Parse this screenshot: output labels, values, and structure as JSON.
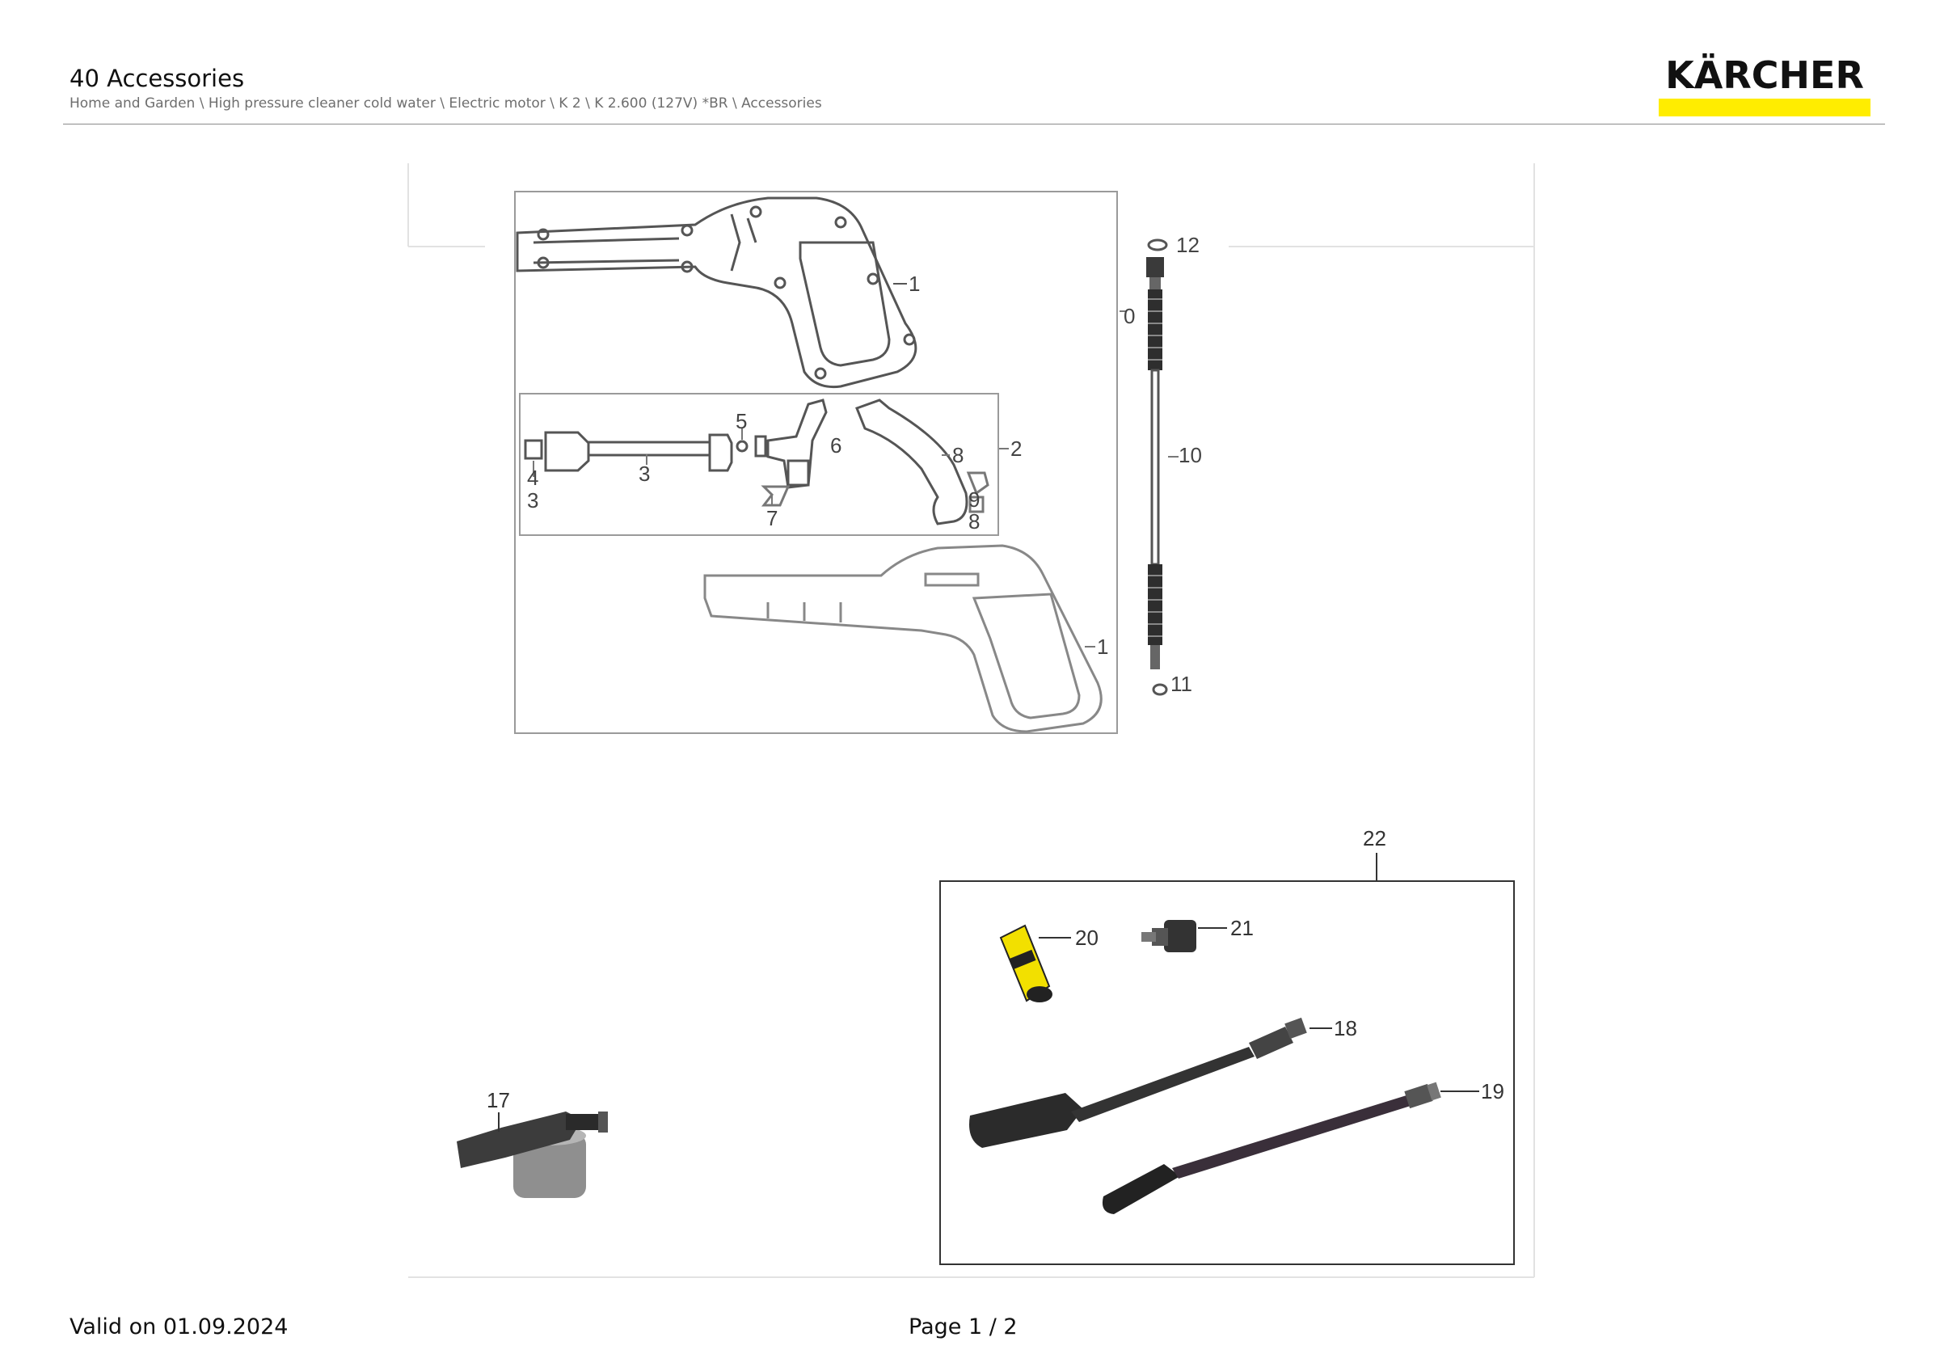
{
  "header": {
    "title": "40 Accessories",
    "breadcrumb": "Home and Garden \\ High pressure cleaner cold water \\ Electric motor \\ K 2 \\ K 2.600 (127V) *BR \\ Accessories",
    "brand": "KÄRCHER",
    "brand_color": "#ffed00"
  },
  "callouts": {
    "gun_assembly": "0",
    "gun_body_top": "1",
    "gun_body_bottom": "1",
    "inner_kit": "2",
    "hose_part_a": "3",
    "hose_part_b": "3",
    "small_part_4": "4",
    "oring_5": "5",
    "trigger_block_6": "6",
    "clip_7": "7",
    "trigger_8": "8",
    "lock_9": "9",
    "trigger_8b": "8",
    "lance_10": "10",
    "oring_11": "11",
    "oring_12": "12",
    "foam_nozzle_17": "17",
    "vario_lance_18": "18",
    "rotor_lance_19": "19",
    "quick_coupling_20": "20",
    "hose_adapter_21": "21",
    "accessory_kit_22": "22"
  },
  "footer": {
    "valid": "Valid on 01.09.2024",
    "page": "Page 1 / 2"
  }
}
